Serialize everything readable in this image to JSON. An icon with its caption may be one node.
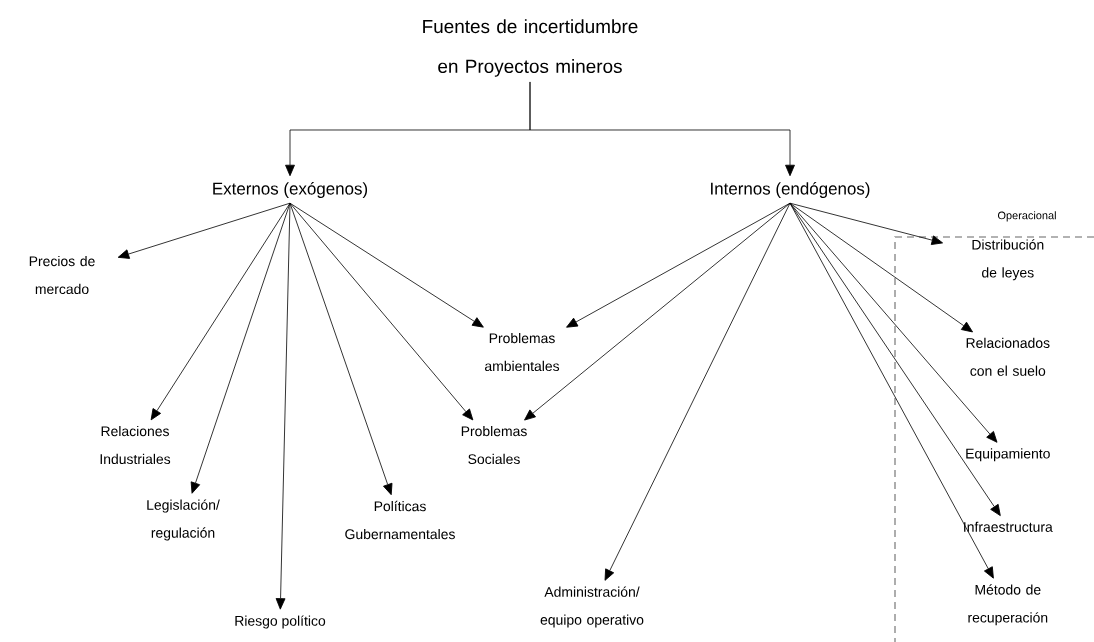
{
  "diagram": {
    "nodes": [
      {
        "text": [
          "Fuentes de incertidumbre en Proyectos mineros"
        ]
      },
      {
        "text": [
          "Externos (exógenos)"
        ]
      },
      {
        "text": [
          "Internos (endógenos)"
        ]
      },
      {
        "text": [
          "Precios de mercado"
        ]
      },
      {
        "text": [
          "Relaciones Industriales"
        ]
      },
      {
        "text": [
          "Legislación/ regulación"
        ]
      },
      {
        "text": [
          "Riesgo político"
        ]
      },
      {
        "text": [
          "Políticas Gubernamentales"
        ]
      },
      {
        "text": [
          "Problemas ambientales"
        ]
      },
      {
        "text": [
          "Problemas Sociales"
        ]
      },
      {
        "text": [
          "Administración/ equipo operativo"
        ]
      },
      {
        "text": [
          "Operacional"
        ]
      },
      {
        "text": [
          "Distribución de leyes"
        ],
        "in": 11
      },
      {
        "text": [
          "Relacionados con el suelo"
        ],
        "in": 11
      },
      {
        "text": [
          "Equipamiento"
        ],
        "in": 11
      },
      {
        "text": [
          "Infraestructura"
        ],
        "in": 11
      },
      {
        "text": [
          "Método de recuperación"
        ],
        "in": 11
      }
    ],
    "edges": [
      {
        "from": 0,
        "to": 1,
        "arrow": "to"
      },
      {
        "from": 0,
        "to": 2,
        "arrow": "to"
      },
      {
        "from": 1,
        "to": 3,
        "arrow": "to"
      },
      {
        "from": 1,
        "to": 4,
        "arrow": "to"
      },
      {
        "from": 1,
        "to": 5,
        "arrow": "to"
      },
      {
        "from": 1,
        "to": 6,
        "arrow": "to"
      },
      {
        "from": 1,
        "to": 7,
        "arrow": "to"
      },
      {
        "from": 1,
        "to": 8,
        "arrow": "to"
      },
      {
        "from": 1,
        "to": 9,
        "arrow": "to"
      },
      {
        "from": 2,
        "to": 8,
        "arrow": "to"
      },
      {
        "from": 2,
        "to": 9,
        "arrow": "to"
      },
      {
        "from": 2,
        "to": 10,
        "arrow": "to"
      },
      {
        "from": 2,
        "to": 12,
        "arrow": "to"
      },
      {
        "from": 2,
        "to": 13,
        "arrow": "to"
      },
      {
        "from": 2,
        "to": 14,
        "arrow": "to"
      },
      {
        "from": 2,
        "to": 15,
        "arrow": "to"
      },
      {
        "from": 2,
        "to": 16,
        "arrow": "to"
      }
    ]
  }
}
